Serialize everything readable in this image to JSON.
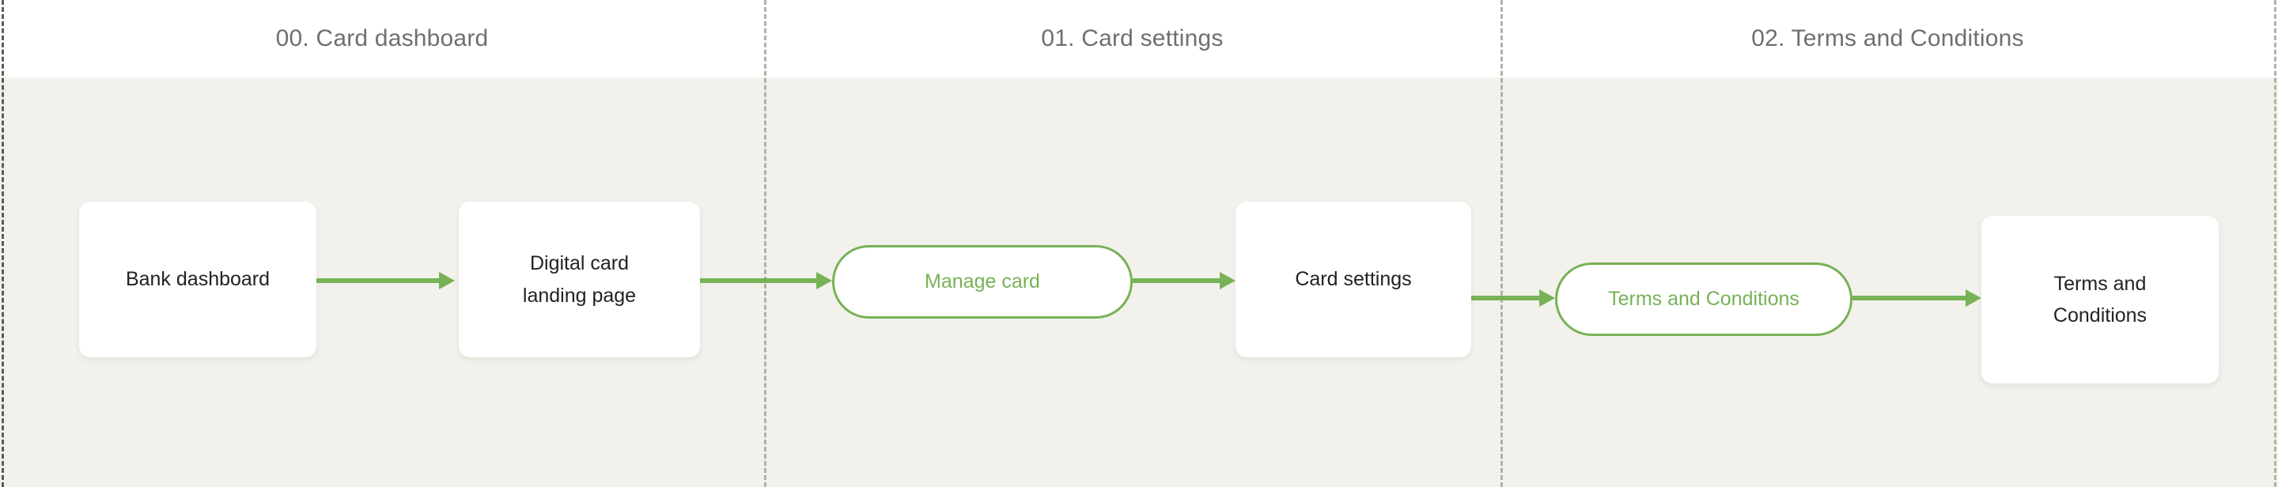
{
  "diagram": {
    "title_row_background": "#ffffff",
    "canvas_background": "#f2f1ec",
    "accent_color": "#77b256",
    "phases": [
      {
        "label": "00. Card dashboard"
      },
      {
        "label": "01. Card settings"
      },
      {
        "label": "02. Terms and Conditions"
      }
    ],
    "nodes": [
      {
        "label": "Bank dashboard",
        "type": "screen",
        "style": "card"
      },
      {
        "label_line1": "Digital card",
        "label_line2": "landing page",
        "type": "screen",
        "style": "card"
      },
      {
        "label": "Manage card",
        "type": "action",
        "style": "pill"
      },
      {
        "label": "Card settings",
        "type": "screen",
        "style": "card"
      },
      {
        "label": "Terms and Conditions",
        "type": "action",
        "style": "pill"
      },
      {
        "label_line1": "Terms and",
        "label_line2": "Conditions",
        "type": "screen",
        "style": "card"
      }
    ],
    "connectors": [
      {
        "from": "Bank dashboard",
        "to": "Digital card landing page"
      },
      {
        "from": "Digital card landing page",
        "to": "Manage card"
      },
      {
        "from": "Manage card",
        "to": "Card settings"
      },
      {
        "from": "Card settings",
        "to": "Terms and Conditions"
      },
      {
        "from": "Terms and Conditions",
        "to": "Terms and Conditions screen"
      }
    ]
  }
}
